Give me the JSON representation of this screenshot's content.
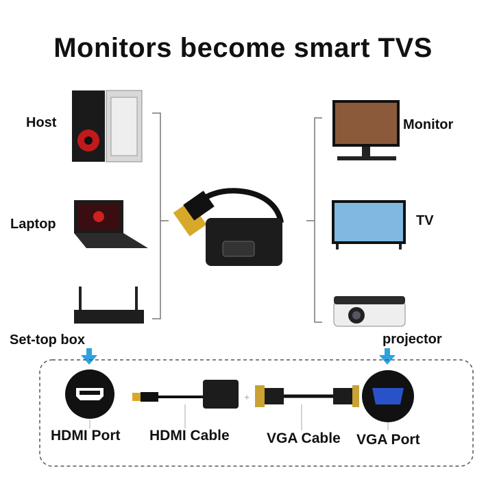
{
  "title": "Monitors become smart TVS",
  "sources": [
    "Host",
    "Laptop",
    "Set-top box"
  ],
  "displays": [
    "Monitor",
    "TV",
    "projector"
  ],
  "bottom": {
    "hdmi_port": "HDMI Port",
    "hdmi_cable": "HDMI Cable",
    "vga_cable": "VGA Cable",
    "vga_port": "VGA Port"
  },
  "colors": {
    "arrow": "#2aa3e0",
    "vga_blue": "#2a52c8"
  }
}
